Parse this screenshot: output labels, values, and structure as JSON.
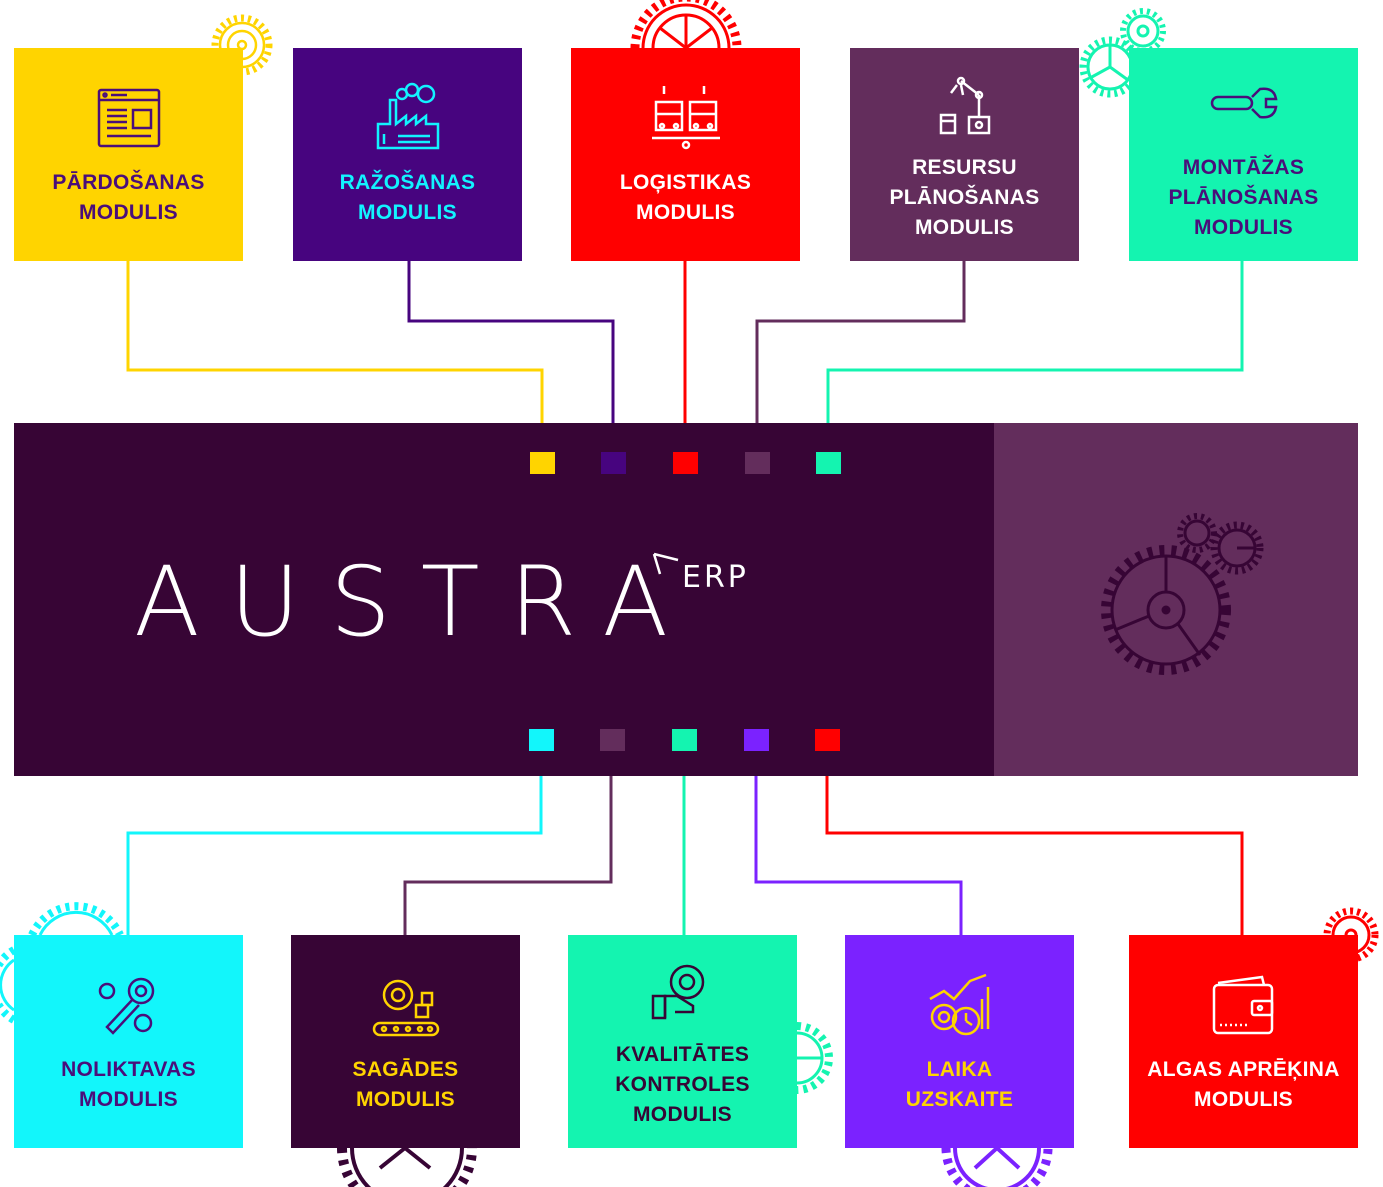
{
  "hub": {
    "brand": "AUSTRA",
    "brand_suffix": "ERP",
    "color": "#370535",
    "side_color": "#632d5c"
  },
  "top_modules": [
    {
      "title": "PĀRDOŠANAS\nMODULIS",
      "bg": "#ffd400",
      "text": "#4a0e7a",
      "icon": "browser-window-icon"
    },
    {
      "title": "RAŽOŠANAS\nMODULIS",
      "bg": "#47047f",
      "text": "#12f3ff",
      "icon": "factory-icon"
    },
    {
      "title": "LOĢISTIKAS\nMODULIS",
      "bg": "#ff0000",
      "text": "#ffffff",
      "icon": "trucks-icon"
    },
    {
      "title": "RESURSU\nPLĀNOŠANAS\nMODULIS",
      "bg": "#632d5c",
      "text": "#ffffff",
      "icon": "robot-arm-icon"
    },
    {
      "title": "MONTĀŽAS\nPLĀNOŠANAS\nMODULIS",
      "bg": "#14f4b0",
      "text": "#4a0e7a",
      "icon": "wrench-icon"
    }
  ],
  "bottom_modules": [
    {
      "title": "NOLIKTAVAS\nMODULIS",
      "bg": "#12f6fb",
      "text": "#4a0e7a",
      "icon": "gears-wrench-icon"
    },
    {
      "title": "SAGĀDES\nMODULIS",
      "bg": "#370535",
      "text": "#ffd400",
      "icon": "conveyor-gear-icon"
    },
    {
      "title": "KVALITĀTES\nKONTROLES\nMODULIS",
      "bg": "#14f4b0",
      "text": "#370535",
      "icon": "quality-hand-icon"
    },
    {
      "title": "LAIKA\nUZSKAITE",
      "bg": "#7b22ff",
      "text": "#ffd400",
      "icon": "time-chart-icon"
    },
    {
      "title": "ALGAS APRĒĶINA\nMODULIS",
      "bg": "#ff0000",
      "text": "#ffffff",
      "icon": "wallet-icon"
    }
  ]
}
